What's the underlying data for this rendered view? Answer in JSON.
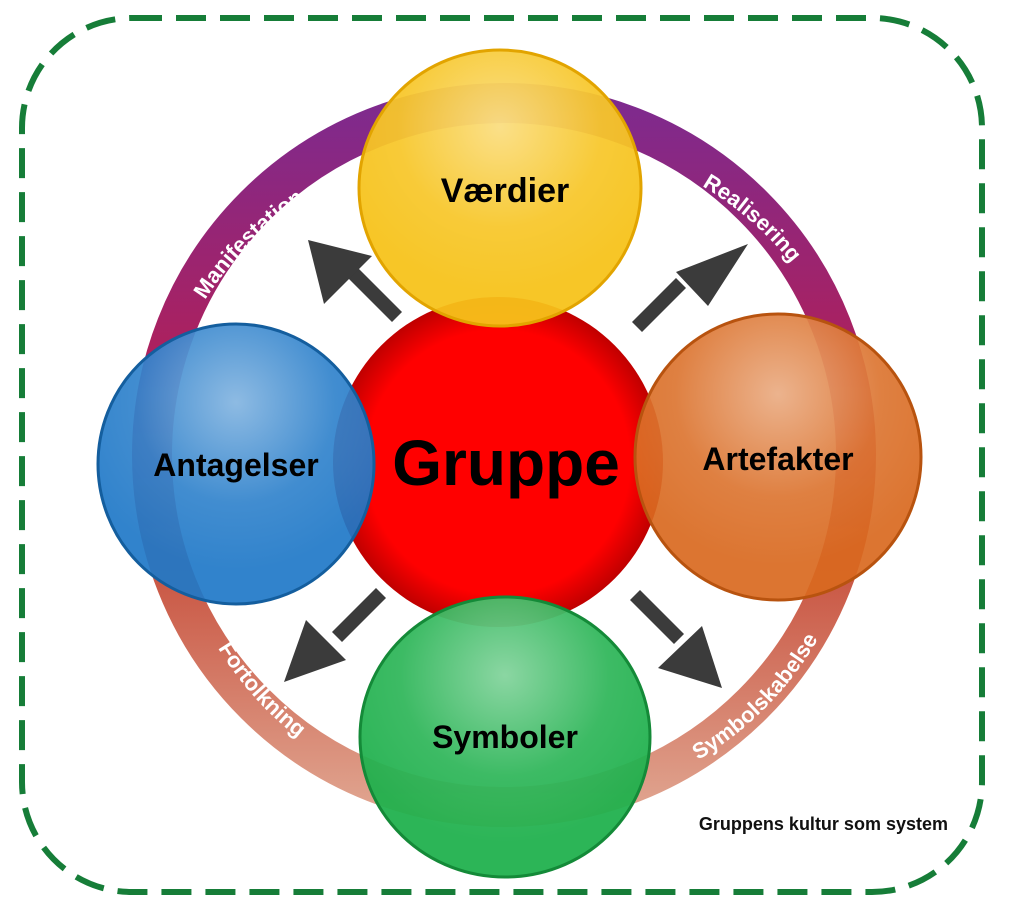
{
  "center": {
    "label": "Gruppe",
    "color": "#ff0000"
  },
  "nodes": {
    "top": {
      "label": "Værdier",
      "color": "#f7c21a"
    },
    "left": {
      "label": "Antagelser",
      "color": "#1f78c8"
    },
    "right": {
      "label": "Artefakter",
      "color": "#d9691f"
    },
    "bottom": {
      "label": "Symboler",
      "color": "#1fb04c"
    }
  },
  "ring_labels": {
    "top_left": "Manifestation",
    "top_right": "Realisering",
    "bottom_left": "Fortolkning",
    "bottom_right": "Symbolskabelse"
  },
  "colors": {
    "frame": "#167d38",
    "ring_top": "#7e2a8e",
    "ring_bottom": "#d98a7a",
    "arrow": "#3b3b3b"
  },
  "caption": "Gruppens kultur som system"
}
